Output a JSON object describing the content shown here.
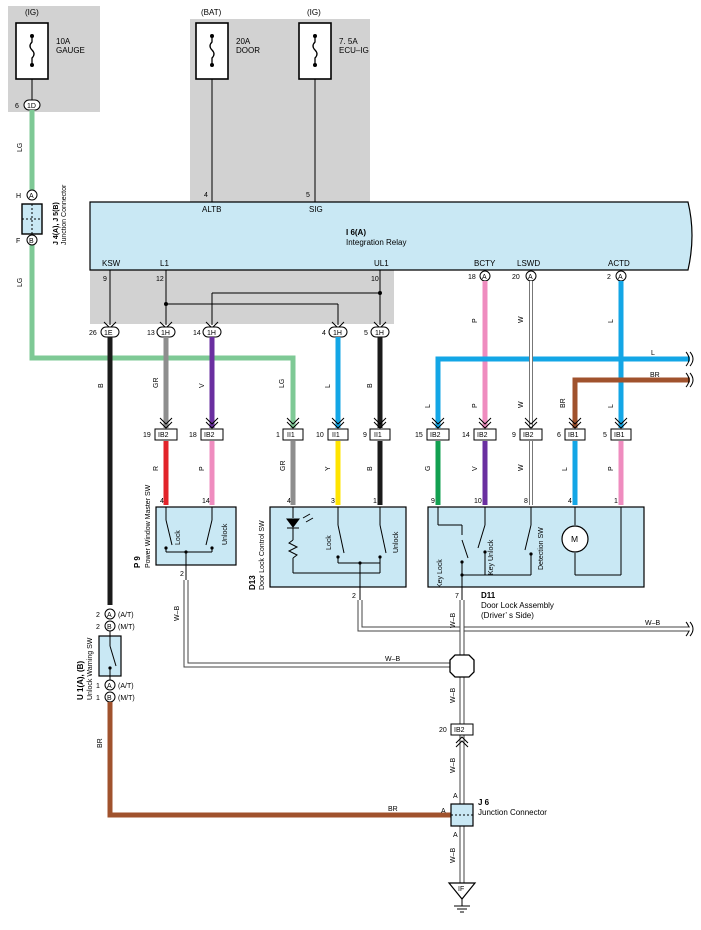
{
  "colors": {
    "LG": "#7ec995",
    "B": "#1a1a1a",
    "GR": "#8e8e8e",
    "V": "#6a2fa0",
    "L": "#13a6e6",
    "P": "#ef8cbf",
    "W": "#ffffff",
    "BR": "#a0522d",
    "R": "#e2232a",
    "Y": "#ffe400",
    "G": "#12a050",
    "box_fill": "#c9e8f4",
    "gray_panel": "#d2d2d2"
  },
  "fuses": {
    "gauge": {
      "supply": "(IG)",
      "rating": "10A",
      "name": "GAUGE"
    },
    "door": {
      "supply": "(BAT)",
      "rating": "20A",
      "name": "DOOR"
    },
    "ecu": {
      "supply": "(IG)",
      "rating": "7. 5A",
      "name": "ECU–IG"
    }
  },
  "pins": {
    "gauge_out": "6",
    "gauge_out_conn": "1D",
    "altb": "4",
    "altb_name": "ALTB",
    "sig": "5",
    "sig_name": "SIG"
  },
  "junction_j4j5": {
    "label1": "J 4(A), J 5(B)",
    "label2": "Junction Connector",
    "pin_top": "H",
    "conn_top": "A",
    "pin_bot": "F",
    "conn_bot": "B"
  },
  "relay": {
    "id": "I 6(A)",
    "name": "Integration Relay",
    "ksw": "KSW",
    "l1": "L1",
    "ul1": "UL1",
    "bcty": "BCTY",
    "lswd": "LSWD",
    "actd": "ACTD",
    "pin_ksw": "9",
    "pin_l1": "12",
    "pin_ul1": "10",
    "pin_bcty": "18",
    "pin_lswd": "20",
    "pin_actd": "2",
    "conn_a": "A"
  },
  "connectors": {
    "c1e": {
      "pin": "26",
      "conn": "1E"
    },
    "c1h_13": {
      "pin": "13",
      "conn": "1H"
    },
    "c1h_14": {
      "pin": "14",
      "conn": "1H"
    },
    "c1h_4": {
      "pin": "4",
      "conn": "1H"
    },
    "c1h_5": {
      "pin": "5",
      "conn": "1H"
    },
    "ib2_19": {
      "pin": "19",
      "conn": "IB2"
    },
    "ib2_18": {
      "pin": "18",
      "conn": "IB2"
    },
    "ii1_1": {
      "pin": "1",
      "conn": "II1"
    },
    "ii1_10": {
      "pin": "10",
      "conn": "II1"
    },
    "ii1_9": {
      "pin": "9",
      "conn": "II1"
    },
    "ib2_15": {
      "pin": "15",
      "conn": "IB2"
    },
    "ib2_14": {
      "pin": "14",
      "conn": "IB2"
    },
    "ib2_9": {
      "pin": "9",
      "conn": "IB2"
    },
    "ib1_6": {
      "pin": "6",
      "conn": "IB1"
    },
    "ib1_5": {
      "pin": "5",
      "conn": "IB1"
    },
    "ib2_20": {
      "pin": "20",
      "conn": "IB2"
    }
  },
  "wire_labels": {
    "LG": "LG",
    "B": "B",
    "GR": "GR",
    "V": "V",
    "L": "L",
    "P": "P",
    "W": "W",
    "BR": "BR",
    "R": "R",
    "Y": "Y",
    "G": "G",
    "WB": "W–B"
  },
  "p9": {
    "id": "P 9",
    "name": "Power Window Master SW",
    "lock": "Lock",
    "unlock": "Unlock",
    "pin_4": "4",
    "pin_14": "14",
    "pin_2": "2"
  },
  "d13": {
    "id": "D13",
    "name": "Door Lock Control SW",
    "lock": "Lock",
    "unlock": "Unlock",
    "pin_4": "4",
    "pin_3": "3",
    "pin_1": "1",
    "pin_2": "2"
  },
  "d11": {
    "id": "D11",
    "name": "Door Lock Assembly",
    "side": "(Driver’ s Side)",
    "key_lock": "Key Lock",
    "key_unlock": "Key Unlock",
    "detection": "Detection SW",
    "motor": "M",
    "pin_9": "9",
    "pin_10": "10",
    "pin_8": "8",
    "pin_4": "4",
    "pin_1": "1",
    "pin_7": "7"
  },
  "u1": {
    "id": "U 1(A), (B)",
    "name": "Unlock Warning SW",
    "pin_top_a": "2",
    "conn_top_a": "A",
    "tag_top_a": "(A/T)",
    "pin_top_b": "2",
    "conn_top_b": "B",
    "tag_top_b": "(M/T)",
    "pin_bot_a": "1",
    "conn_bot_a": "A",
    "tag_bot_a": "(A/T)",
    "pin_bot_b": "1",
    "conn_bot_b": "B",
    "tag_bot_b": "(M/T)"
  },
  "j6": {
    "id": "J 6",
    "name": "Junction Connector",
    "pin_a_left": "A",
    "pin_a_top": "A",
    "pin_a_bot": "A"
  },
  "ground": {
    "label": "IF"
  }
}
